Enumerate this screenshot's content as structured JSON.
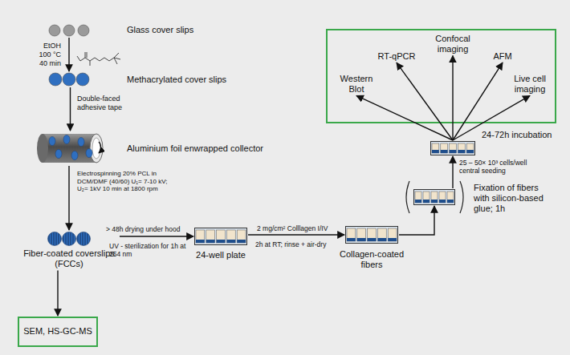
{
  "diagram": {
    "nodes": [
      {
        "text": [
          "Glass cover slips"
        ]
      },
      {
        "text": [
          "Methacrylated cover slips"
        ]
      },
      {
        "text": [
          "Aluminium foil enwrapped collector"
        ]
      },
      {
        "text": [
          "Fiber-coated coverslips (FCCs)"
        ]
      },
      {
        "text": [
          "SEM, HS-GC-MS"
        ]
      },
      {
        "text": [
          "24-well plate"
        ]
      },
      {
        "text": [
          "Collagen-coated fibers"
        ]
      },
      {
        "text": [
          "Fixation of fibers with silicon-based glue; 1h"
        ]
      },
      {
        "text": [
          "24-72h incubation"
        ]
      },
      {
        "text": [
          "Western Blot"
        ]
      },
      {
        "text": [
          "RT-qPCR"
        ]
      },
      {
        "text": [
          "Confocal imaging"
        ]
      },
      {
        "text": [
          "AFM"
        ]
      },
      {
        "text": [
          "Live cell imaging"
        ]
      }
    ],
    "edges": [
      {
        "from": 0,
        "to": 1,
        "arrow": "to",
        "label": "EtOH 100 °C 40 min"
      },
      {
        "from": 1,
        "to": 2,
        "arrow": "to",
        "label": "Double-faced adhesive tape"
      },
      {
        "from": 2,
        "to": 3,
        "arrow": "to",
        "label": "Electrospinning 20% PCL in DCM/DMF (40/60) U₁= 7-10 kV; U₂= 1kV 10 min at 1800 rpm"
      },
      {
        "from": 3,
        "to": 4,
        "arrow": "to"
      },
      {
        "from": 3,
        "to": 5,
        "arrow": "to",
        "label": "> 48h drying under hood"
      },
      {
        "from": 5,
        "to": 6,
        "arrow": "to",
        "label": "2 mg/cm² Colllagen I/IV"
      },
      {
        "from": 6,
        "to": 7,
        "arrow": "to"
      },
      {
        "from": 7,
        "to": 8,
        "arrow": "to",
        "label": "25 – 50× 10³ cells/well central seeding"
      },
      {
        "from": 8,
        "to": 9,
        "arrow": "to"
      },
      {
        "from": 8,
        "to": 10,
        "arrow": "to"
      },
      {
        "from": 8,
        "to": 11,
        "arrow": "to"
      },
      {
        "from": 8,
        "to": 12,
        "arrow": "to"
      },
      {
        "from": 8,
        "to": 13,
        "arrow": "to"
      }
    ],
    "labels": [
      "UV - sterilization for 1h at 254 nm",
      "2h at RT; rinse + air-dry"
    ]
  }
}
